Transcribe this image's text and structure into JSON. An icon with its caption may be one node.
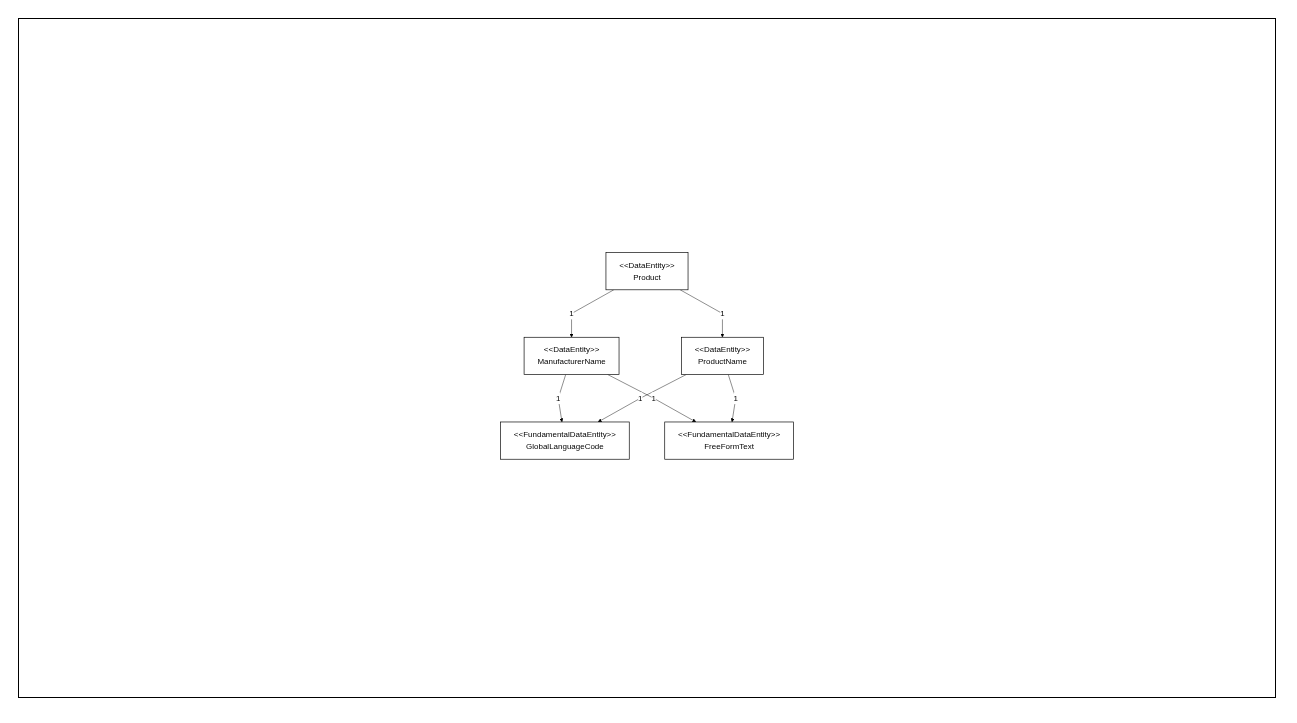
{
  "diagram": {
    "nodes": [
      {
        "text": [
          "<<DataEntity>>",
          "Product"
        ]
      },
      {
        "text": [
          "<<DataEntity>>",
          "ManufacturerName"
        ]
      },
      {
        "text": [
          "<<DataEntity>>",
          "ProductName"
        ]
      },
      {
        "text": [
          "<<FundamentalDataEntity>>",
          "GlobalLanguageCode"
        ]
      },
      {
        "text": [
          "<<FundamentalDataEntity>>",
          "FreeFormText"
        ]
      }
    ],
    "edges": [
      {
        "from": 0,
        "to": 1,
        "arrow": "to",
        "label": "1"
      },
      {
        "from": 0,
        "to": 2,
        "arrow": "to",
        "label": "1"
      },
      {
        "from": 1,
        "to": 3,
        "arrow": "to",
        "label": "1"
      },
      {
        "from": 1,
        "to": 4,
        "arrow": "to",
        "label": "1"
      },
      {
        "from": 2,
        "to": 3,
        "arrow": "to",
        "label": "1"
      },
      {
        "from": 2,
        "to": 4,
        "arrow": "to",
        "label": "1"
      }
    ]
  }
}
